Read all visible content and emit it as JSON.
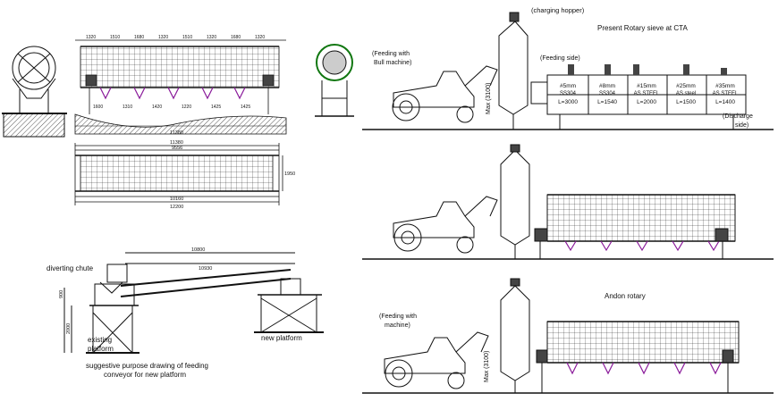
{
  "labels": {
    "charging_hopper": "(charging hopper)",
    "present_sieve": "Present Rotary sieve at CTA",
    "feeding_bull_1": "(Feeding with",
    "feeding_bull_2": "Bull machine)",
    "feeding_side": "(Feeding side)",
    "discharge_1": "(Discharge",
    "discharge_2": "side)",
    "max_3100_top": "Max (3100)",
    "andon_rotary": "Andon rotary",
    "feeding_with_1": "(Feeding with",
    "feeding_with_2": "machine)",
    "max_3100_bottom": "Max (3100)",
    "diverting_chute": "diverting chute",
    "existing_platform_1": "existing",
    "existing_platform_2": "platform",
    "new_platform": "new platform",
    "caption_1": "suggestive purpose drawing of feeding",
    "caption_2": "conveyor for new platform"
  },
  "sieve_table": [
    {
      "size": "#5mm",
      "material": "SS304",
      "length": "L=3000"
    },
    {
      "size": "#8mm",
      "material": "SS304",
      "length": "L=1540"
    },
    {
      "size": "#15mm",
      "material": "AS STEEL",
      "length": "L=2000"
    },
    {
      "size": "#25mm",
      "material": "AS steel",
      "length": "L=1500"
    },
    {
      "size": "#35mm",
      "material": "AS STEEL",
      "length": "L=1400"
    }
  ],
  "dims": {
    "top_dims": [
      "1320",
      "1510",
      "1680",
      "1320",
      "1510",
      "1320",
      "1680",
      "1320"
    ],
    "bottom_dims": [
      "1600",
      "1310",
      "1420",
      "1220",
      "1425",
      "1425"
    ],
    "overall_top": "11380",
    "plan_top_1": "11380",
    "plan_top_2": "9556",
    "plan_bottom_1": "10160",
    "plan_bottom_2": "12200",
    "plan_side": "1950",
    "conv_len_1": "10800",
    "conv_len_2": "10930",
    "conv_h1": "900",
    "conv_h2": "2000"
  }
}
